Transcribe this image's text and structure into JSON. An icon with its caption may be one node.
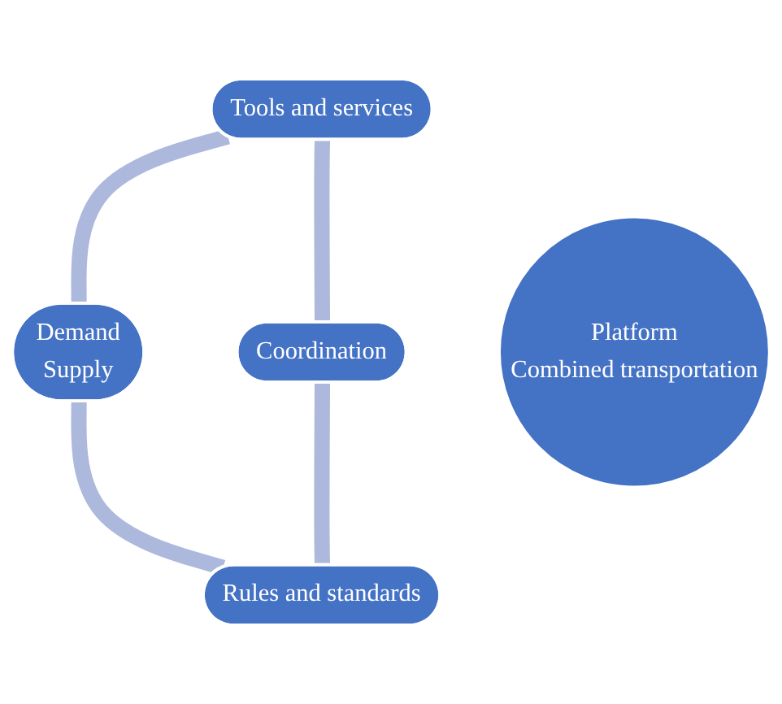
{
  "diagram": {
    "nodes": [
      {
        "text": [
          "Tools and services"
        ]
      },
      {
        "text": [
          "Coordination"
        ]
      },
      {
        "text": [
          "Platform",
          "Combined transportation"
        ]
      },
      {
        "text": [
          "Demand",
          "Supply"
        ]
      },
      {
        "text": [
          "Rules and standards"
        ]
      }
    ],
    "edges": [
      {
        "from": 0,
        "to": 3,
        "arrow": "none"
      },
      {
        "from": 3,
        "to": 4,
        "arrow": "none"
      },
      {
        "from": 4,
        "to": 1,
        "arrow": "none"
      },
      {
        "from": 1,
        "to": 0,
        "arrow": "none"
      }
    ]
  }
}
